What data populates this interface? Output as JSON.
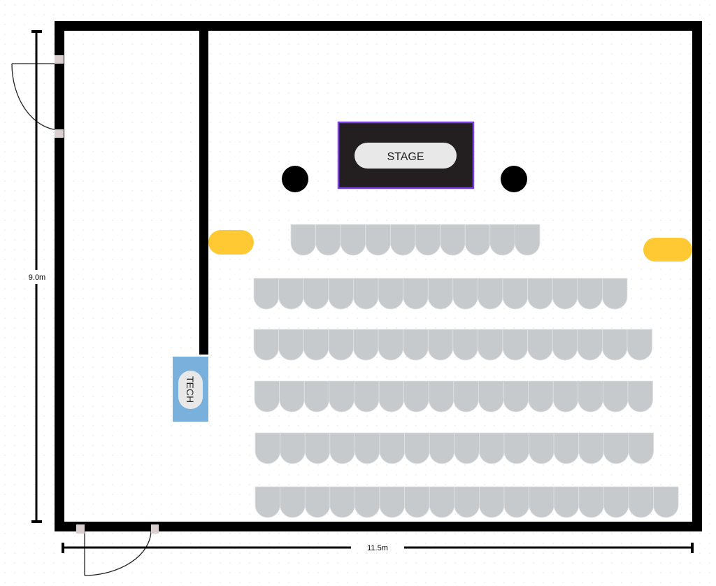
{
  "floorplan": {
    "stage_label": "STAGE",
    "tech_label": "TECH",
    "dimension_height": "9.0m",
    "dimension_width": "11.5m",
    "chair_rows": [
      10,
      15,
      16,
      16,
      16,
      17
    ],
    "colors": {
      "wall": "#000000",
      "stage": "#231f20",
      "stage_border": "#7b3fe4",
      "pill": "#e8e8e8",
      "chair": "#c7cacd",
      "yellow": "#ffc933",
      "tech": "#7ab0dc",
      "hinge": "#d9cfcf"
    }
  }
}
